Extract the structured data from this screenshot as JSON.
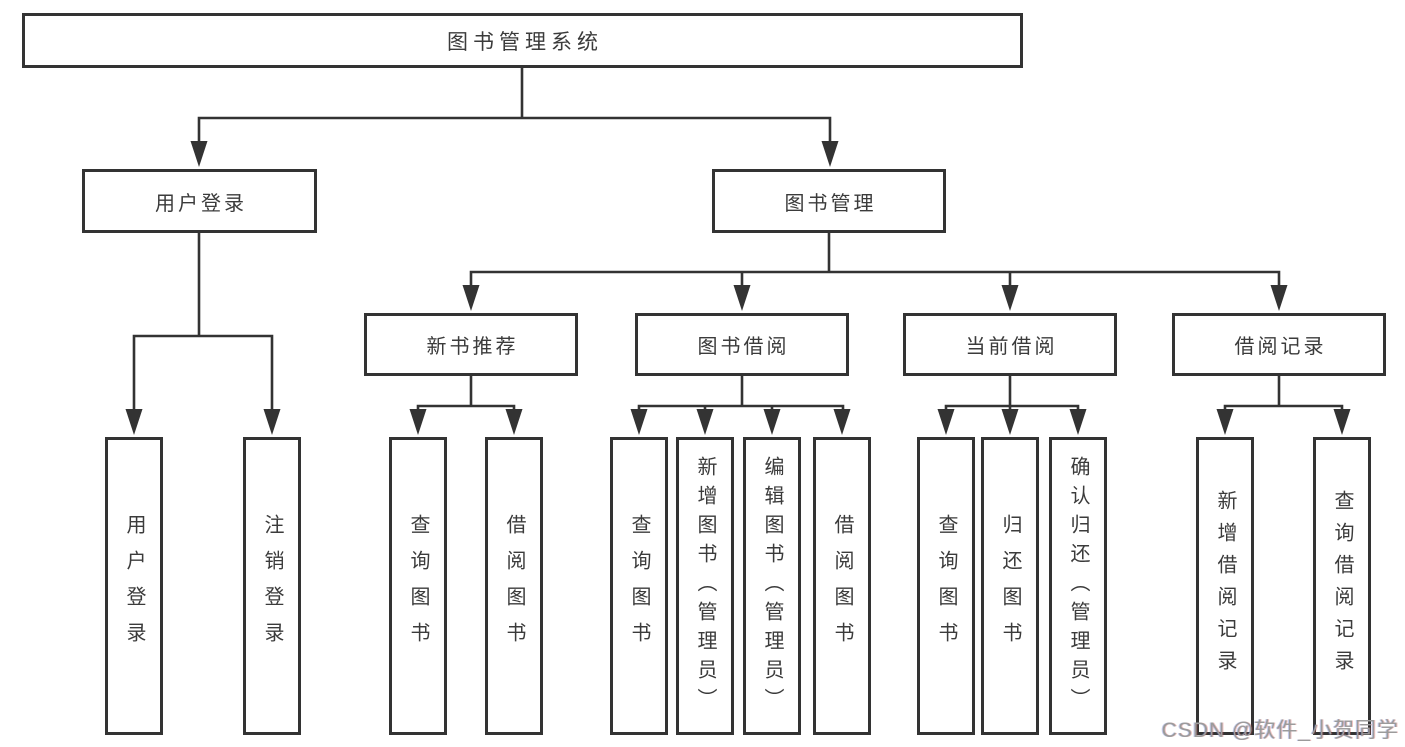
{
  "tree": {
    "label": "图书管理系统",
    "children": [
      {
        "label": "用户登录",
        "children": [
          {
            "label": "用户登录"
          },
          {
            "label": "注销登录"
          }
        ]
      },
      {
        "label": "图书管理",
        "children": [
          {
            "label": "新书推荐",
            "children": [
              {
                "label": "查询图书"
              },
              {
                "label": "借阅图书"
              }
            ]
          },
          {
            "label": "图书借阅",
            "children": [
              {
                "label": "查询图书"
              },
              {
                "label": "新增图书（管理员）"
              },
              {
                "label": "编辑图书（管理员）"
              },
              {
                "label": "借阅图书"
              }
            ]
          },
          {
            "label": "当前借阅",
            "children": [
              {
                "label": "查询图书"
              },
              {
                "label": "归还图书"
              },
              {
                "label": "确认归还（管理员）"
              }
            ]
          },
          {
            "label": "借阅记录",
            "children": [
              {
                "label": "新增借阅记录"
              },
              {
                "label": "查询借阅记录"
              }
            ]
          }
        ]
      }
    ]
  },
  "watermark": "CSDN @软件_小贺同学",
  "colors": {
    "line": "#333333",
    "text": "#3b3b3b",
    "box_background": "#ffffff",
    "watermark": "#9b9b9b"
  }
}
